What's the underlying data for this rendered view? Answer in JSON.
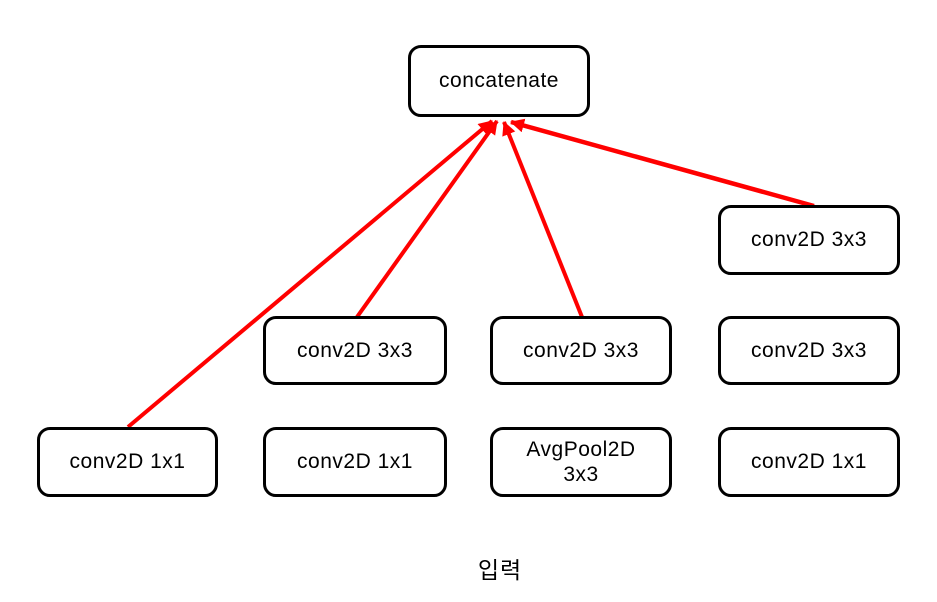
{
  "diagram": {
    "title": "Inception-style module diagram",
    "nodes": [
      {
        "id": "concatenate",
        "label": "concatenate"
      },
      {
        "id": "branch4-conv3x3-top",
        "label": "conv2D 3x3"
      },
      {
        "id": "branch2-conv3x3",
        "label": "conv2D 3x3"
      },
      {
        "id": "branch3-conv3x3",
        "label": "conv2D 3x3"
      },
      {
        "id": "branch4-conv3x3",
        "label": "conv2D 3x3"
      },
      {
        "id": "branch1-conv1x1",
        "label": "conv2D 1x1"
      },
      {
        "id": "branch2-conv1x1",
        "label": "conv2D 1x1"
      },
      {
        "id": "branch3-avgpool",
        "label": "AvgPool2D\n3x3"
      },
      {
        "id": "branch4-conv1x1",
        "label": "conv2D 1x1"
      }
    ],
    "input_label": "입력",
    "colors": {
      "arrow": "#ff0000",
      "box_border": "#000000",
      "box_fill": "#ffffff",
      "text": "#000000"
    }
  }
}
